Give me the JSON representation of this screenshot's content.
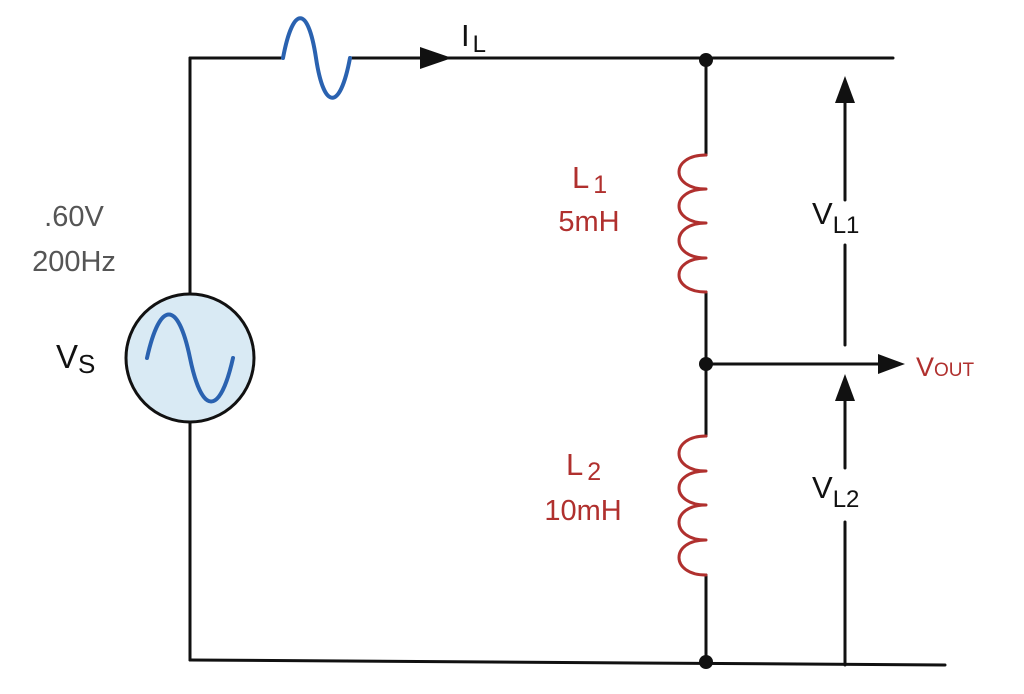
{
  "source": {
    "voltage": ".60V",
    "frequency": "200Hz",
    "label_main": "V",
    "label_sub": "S"
  },
  "current": {
    "label_main": "I",
    "label_sub": "L"
  },
  "inductor1": {
    "label_main": "L",
    "label_sub": "1",
    "value": "5mH"
  },
  "inductor2": {
    "label_main": "L",
    "label_sub": "2",
    "value": "10mH"
  },
  "voltage_l1": {
    "label_main": "V",
    "label_sub": "L1"
  },
  "voltage_l2": {
    "label_main": "V",
    "label_sub": "L2"
  },
  "output": {
    "label": "Vout"
  },
  "colors": {
    "wire": "#111111",
    "component": "#b0302e",
    "wave": "#2a62b0",
    "source_fill": "#d9eaf4",
    "gray_text": "#555555"
  }
}
